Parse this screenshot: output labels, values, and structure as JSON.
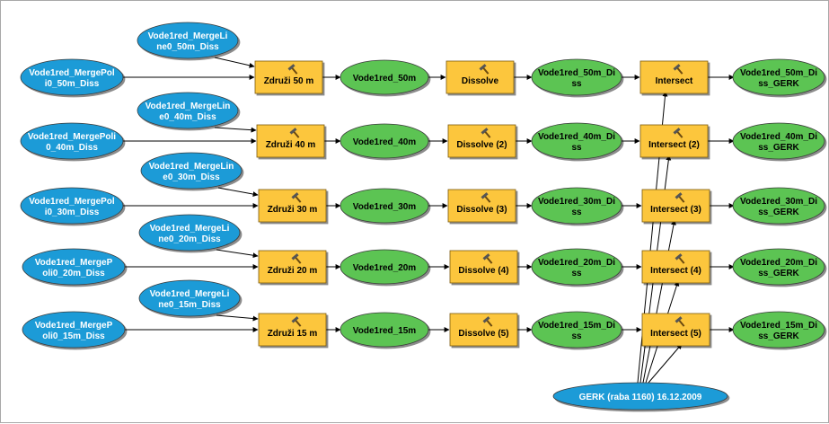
{
  "model": {
    "rows": [
      {
        "poly_input": [
          "Vode1red_MergePol",
          "i0_50m_Diss"
        ],
        "line_input": [
          "Vode1red_MergeLi",
          "ne0_50m_Diss"
        ],
        "merge_tool": "Združi 50 m",
        "merged": "Vode1red_50m",
        "dissolve_tool": "Dissolve",
        "dissolved": [
          "Vode1red_50m_Di",
          "ss"
        ],
        "intersect_tool": "Intersect",
        "output": [
          "Vode1red_50m_Di",
          "ss_GERK"
        ]
      },
      {
        "poly_input": [
          "Vode1red_MergePoli",
          "0_40m_Diss"
        ],
        "line_input": [
          "Vode1red_MergeLin",
          "e0_40m_Diss"
        ],
        "merge_tool": "Združi 40 m",
        "merged": "Vode1red_40m",
        "dissolve_tool": "Dissolve (2)",
        "dissolved": [
          "Vode1red_40m_Di",
          "ss"
        ],
        "intersect_tool": "Intersect (2)",
        "output": [
          "Vode1red_40m_Di",
          "ss_GERK"
        ]
      },
      {
        "poly_input": [
          "Vode1red_MergePol",
          "i0_30m_Diss"
        ],
        "line_input": [
          "Vode1red_MergeLin",
          "e0_30m_Diss"
        ],
        "merge_tool": "Združi 30 m",
        "merged": "Vode1red_30m",
        "dissolve_tool": "Dissolve (3)",
        "dissolved": [
          "Vode1red_30m_Di",
          "ss"
        ],
        "intersect_tool": "Intersect (3)",
        "output": [
          "Vode1red_30m_Di",
          "ss_GERK"
        ]
      },
      {
        "poly_input": [
          "Vode1red_MergeP",
          "oli0_20m_Diss"
        ],
        "line_input": [
          "Vode1red_MergeLi",
          "ne0_20m_Diss"
        ],
        "merge_tool": "Združi 20 m",
        "merged": "Vode1red_20m",
        "dissolve_tool": "Dissolve (4)",
        "dissolved": [
          "Vode1red_20m_Di",
          "ss"
        ],
        "intersect_tool": "Intersect (4)",
        "output": [
          "Vode1red_20m_Di",
          "ss_GERK"
        ]
      },
      {
        "poly_input": [
          "Vode1red_MergeP",
          "oli0_15m_Diss"
        ],
        "line_input": [
          "Vode1red_MergeLi",
          "ne0_15m_Diss"
        ],
        "merge_tool": "Združi 15 m",
        "merged": "Vode1red_15m",
        "dissolve_tool": "Dissolve (5)",
        "dissolved": [
          "Vode1red_15m_Di",
          "ss"
        ],
        "intersect_tool": "Intersect (5)",
        "output": [
          "Vode1red_15m_Di",
          "ss_GERK"
        ]
      }
    ],
    "shared_input": "GERK (raba 1160) 16.12.2009"
  },
  "colors": {
    "input_data": "#1e9bd7",
    "tool": "#fcc63c",
    "derived_data": "#5bc452",
    "connector": "#000000"
  },
  "icons": {
    "tool": "hammer-icon"
  }
}
